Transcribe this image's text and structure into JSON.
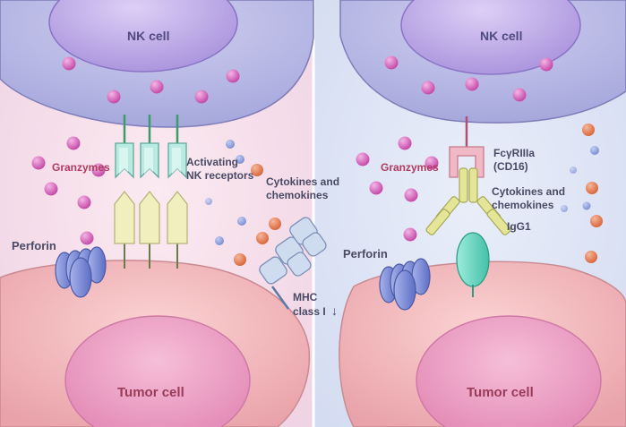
{
  "labels": {
    "nk_cell_left": "NK cell",
    "nk_cell_right": "NK cell",
    "tumor_cell_left": "Tumor cell",
    "tumor_cell_right": "Tumor cell",
    "granzymes_left": "Granzymes",
    "granzymes_right": "Granzymes",
    "perforin_left": "Perforin",
    "perforin_right": "Perforin",
    "activating_receptors": [
      "Activating",
      "NK receptors"
    ],
    "cytokines_left": [
      "Cytokines and",
      "chemokines"
    ],
    "cytokines_right": [
      "Cytokines and",
      "chemokines"
    ],
    "mhc": [
      "MHC",
      "class I"
    ],
    "mhc_arrow": "↓",
    "fcgr": [
      "FcγRIIIa",
      "(CD16)"
    ],
    "igg1": "IgG1"
  },
  "colors": {
    "left_background": "#f4dbe8",
    "right_background": "#dde3f4",
    "nk_outer": "#b8b8e4",
    "nk_nucleus": "#b7a3e4",
    "tumor_body": "#f2b9bd",
    "tumor_nucleus": "#ea9cc0",
    "granule": "#d669c0",
    "cytokine_orange": "#e8825a",
    "cytokine_blue": "#8fa2de",
    "activating_receptor": "#aee5dc",
    "ligand": "#f0eeba",
    "fc_receptor": "#f0b2c0",
    "antibody": "#e0e290",
    "antigen": "#6ed6c0",
    "perforin": "#7a8ad6",
    "mhc": "#c8d8ee"
  }
}
